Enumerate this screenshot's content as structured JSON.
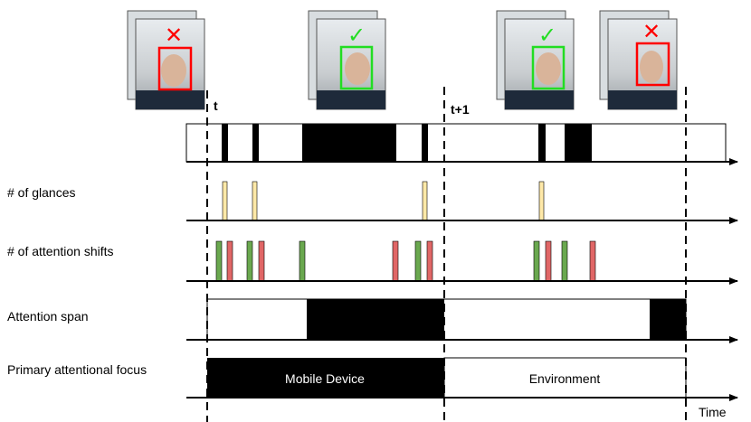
{
  "rows": {
    "glances": "# of glances",
    "shifts": "# of attention shifts",
    "span": "Attention span",
    "focus": "Primary attentional focus"
  },
  "axis_label": "Time",
  "markers": {
    "t": "t",
    "t1": "t+1"
  },
  "focus_segments": {
    "mobile": "Mobile Device",
    "environment": "Environment"
  },
  "colors": {
    "glance": "#ffe9a8",
    "shift_green": "#6aa84f",
    "shift_red": "#e06666",
    "face_bad": "#ff0000",
    "face_good": "#22dd22"
  },
  "photos": [
    {
      "status": "rejected",
      "symbol": "✕"
    },
    {
      "status": "accepted",
      "symbol": "✓"
    },
    {
      "status": "accepted",
      "symbol": "✓"
    },
    {
      "status": "rejected",
      "symbol": "✕"
    }
  ]
}
